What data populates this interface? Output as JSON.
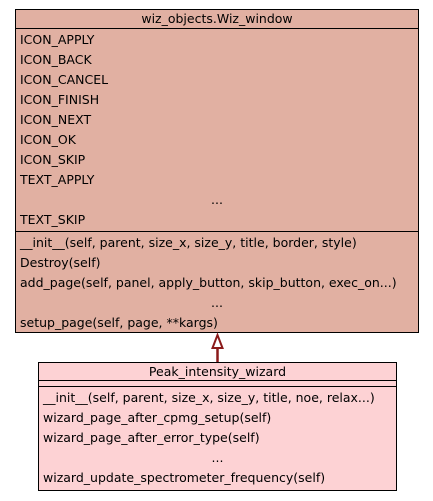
{
  "parent": {
    "name": "wiz_objects.Wiz_window",
    "attributes": [
      "ICON_APPLY",
      "ICON_BACK",
      "ICON_CANCEL",
      "ICON_FINISH",
      "ICON_NEXT",
      "ICON_OK",
      "ICON_SKIP",
      "TEXT_APPLY",
      "...",
      "TEXT_SKIP"
    ],
    "methods": [
      "__init__(self, parent, size_x, size_y, title, border, style)",
      "Destroy(self)",
      "add_page(self, panel, apply_button, skip_button, exec_on...)",
      "...",
      "setup_page(self, page, **kargs)"
    ],
    "fill": "#e1b0a2"
  },
  "child": {
    "name": "Peak_intensity_wizard",
    "attributes": [],
    "methods": [
      "__init__(self, parent, size_x, size_y, title, noe, relax...)",
      "wizard_page_after_cpmg_setup(self)",
      "wizard_page_after_error_type(self)",
      "...",
      "wizard_update_spectrometer_frequency(self)"
    ],
    "fill": "#fdd2d4"
  },
  "arrow_color": "#8b1a1a"
}
